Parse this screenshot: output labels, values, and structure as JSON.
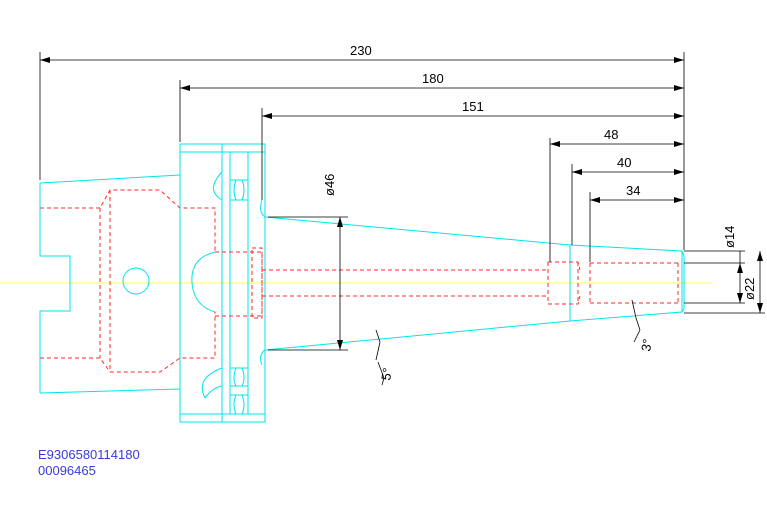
{
  "dimensions": {
    "overall_length": "230",
    "flange_length": "180",
    "taper_length": "151",
    "bore_depth_1": "48",
    "bore_depth_2": "40",
    "bore_depth_3": "34",
    "taper_diameter": "ø46",
    "bore_diameter_small": "ø14",
    "bore_diameter_large": "ø22",
    "taper_angle": "5°",
    "bore_angle": "3°"
  },
  "part_info": {
    "code": "E9306580114180",
    "number": "00096465"
  },
  "colors": {
    "outline": "#00e5ee",
    "hidden": "#ff2a2a",
    "centerline": "#ffff55",
    "dimension": "#000000",
    "text_blue": "#3a3adf"
  }
}
